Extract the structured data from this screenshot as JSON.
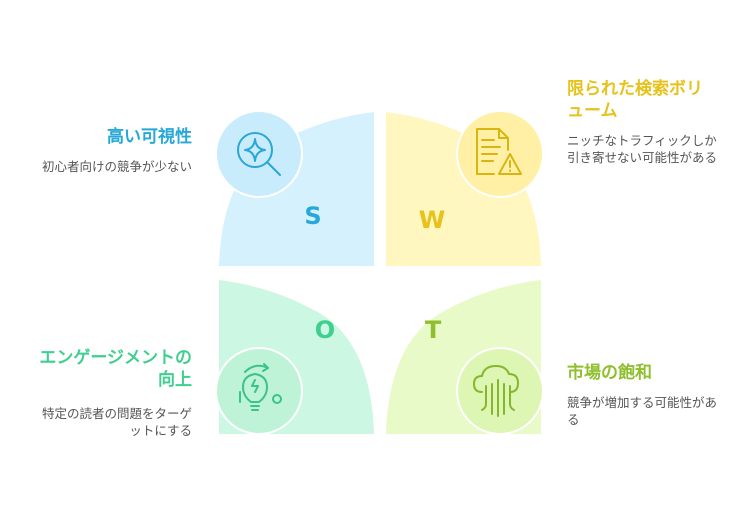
{
  "colors": {
    "s": {
      "fill": "#d5f1fd",
      "circle": "#c8ecfc",
      "accent": "#26a8d8",
      "icon": "#2aa7d6"
    },
    "w": {
      "fill": "#fff6c0",
      "circle": "#fff0a6",
      "accent": "#e6c21a",
      "icon": "#d9b512"
    },
    "o": {
      "fill": "#ccf7e2",
      "circle": "#bff3d8",
      "accent": "#3fcf8e",
      "icon": "#3bc487"
    },
    "t": {
      "fill": "#e7fac8",
      "circle": "#ddf6b3",
      "accent": "#8fbf2e",
      "icon": "#86b72b"
    }
  },
  "letters": {
    "s": "S",
    "w": "W",
    "o": "O",
    "t": "T"
  },
  "icons": {
    "s": "search-sparkle-icon",
    "w": "document-warning-icon",
    "o": "lightbulb-idea-icon",
    "t": "cloud-network-icon"
  },
  "strengths": {
    "title": "高い可視性",
    "description": "初心者向けの競争が少ない"
  },
  "weaknesses": {
    "title": "限られた検索ボリューム",
    "description": "ニッチなトラフィックしか引き寄せない可能性がある"
  },
  "opportunities": {
    "title": "エンゲージメントの向上",
    "description": "特定の読者の問題をターゲットにする"
  },
  "threats": {
    "title": "市場の飽和",
    "description": "競争が増加する可能性がある"
  }
}
